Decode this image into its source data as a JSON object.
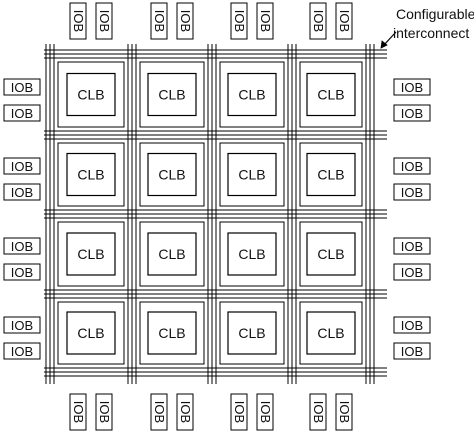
{
  "blocks": {
    "clb_label": "CLB",
    "iob_label": "IOB",
    "clb_rows": 4,
    "clb_cols": 4,
    "iobs_per_side_group": 2
  },
  "annotation": {
    "line1": "Configurable",
    "line2": "interconnect"
  },
  "colors": {
    "stroke": "#000000",
    "fill": "#ffffff",
    "text": "#111111"
  }
}
